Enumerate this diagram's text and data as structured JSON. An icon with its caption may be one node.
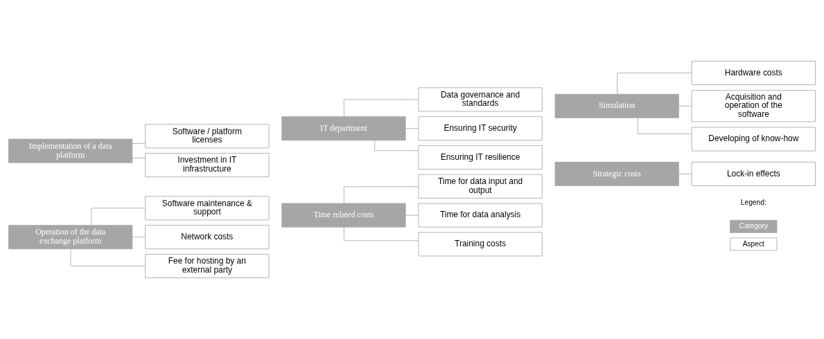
{
  "diagram": {
    "nodes": [
      {
        "text": [
          "Implementation of a data platform"
        ]
      },
      {
        "text": [
          "Software / platform licenses"
        ]
      },
      {
        "text": [
          "Investment in IT infrastructure"
        ]
      },
      {
        "text": [
          "IT department"
        ]
      },
      {
        "text": [
          "Data governance and standards"
        ]
      },
      {
        "text": [
          "Ensuring IT security"
        ]
      },
      {
        "text": [
          "Ensuring IT resilience"
        ]
      },
      {
        "text": [
          "Simulation"
        ]
      },
      {
        "text": [
          "Hardware costs"
        ]
      },
      {
        "text": [
          "Acquisition and operation of the software"
        ]
      },
      {
        "text": [
          "Developing of know-how"
        ]
      },
      {
        "text": [
          "Operation of the data exchange platform"
        ]
      },
      {
        "text": [
          "Software maintenance & support"
        ]
      },
      {
        "text": [
          "Network costs"
        ]
      },
      {
        "text": [
          "Fee for hosting by an external party"
        ]
      },
      {
        "text": [
          "Time related costs"
        ]
      },
      {
        "text": [
          "Time for data input and output"
        ]
      },
      {
        "text": [
          "Time for data analysis"
        ]
      },
      {
        "text": [
          "Training costs"
        ]
      },
      {
        "text": [
          "Strategic costs"
        ]
      },
      {
        "text": [
          "Lock-in effects"
        ]
      }
    ],
    "edges": [
      {
        "from": 0,
        "to": 1,
        "arrow": "none"
      },
      {
        "from": 0,
        "to": 2,
        "arrow": "none"
      },
      {
        "from": 3,
        "to": 4,
        "arrow": "none"
      },
      {
        "from": 3,
        "to": 5,
        "arrow": "none"
      },
      {
        "from": 3,
        "to": 6,
        "arrow": "none"
      },
      {
        "from": 7,
        "to": 8,
        "arrow": "none"
      },
      {
        "from": 7,
        "to": 9,
        "arrow": "none"
      },
      {
        "from": 7,
        "to": 10,
        "arrow": "none"
      },
      {
        "from": 11,
        "to": 12,
        "arrow": "none"
      },
      {
        "from": 11,
        "to": 13,
        "arrow": "none"
      },
      {
        "from": 11,
        "to": 14,
        "arrow": "none"
      },
      {
        "from": 15,
        "to": 16,
        "arrow": "none"
      },
      {
        "from": 15,
        "to": 17,
        "arrow": "none"
      },
      {
        "from": 15,
        "to": 18,
        "arrow": "none"
      },
      {
        "from": 19,
        "to": 20,
        "arrow": "none"
      }
    ],
    "labels": [
      "Legend:"
    ],
    "legend": [
      {
        "text": "Category",
        "color": "#a6a6a6"
      },
      {
        "text": "Aspect",
        "color": "#ffffff"
      }
    ]
  }
}
